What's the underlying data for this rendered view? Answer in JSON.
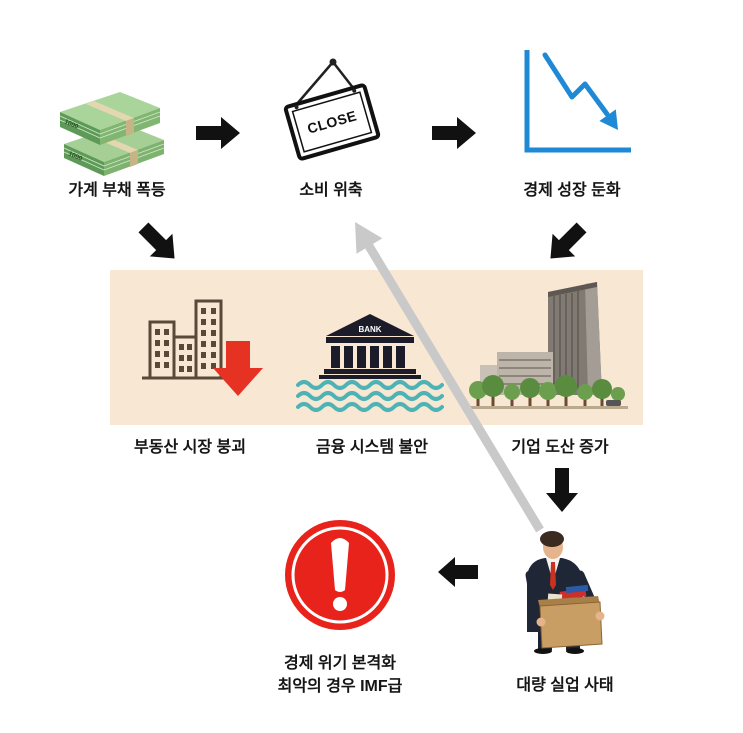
{
  "nodes": [
    {
      "label": "가계 부채 폭등",
      "icon": "money-stack-icon",
      "bill_text": "1000"
    },
    {
      "label": "소비 위축",
      "icon": "close-sign-icon",
      "sign_text": "CLOSE"
    },
    {
      "label": "경제 성장 둔화",
      "icon": "declining-chart-icon"
    },
    {
      "label": "부동산 시장 붕괴",
      "icon": "falling-buildings-icon"
    },
    {
      "label": "금융 시스템 불안",
      "icon": "bank-waves-icon",
      "sign_text": "BANK"
    },
    {
      "label": "기업 도산 증가",
      "icon": "city-buildings-icon"
    },
    {
      "label": "대량 실업 사태",
      "icon": "laid-off-worker-icon"
    },
    {
      "lines": [
        "경제 위기 본격화",
        "최악의 경우 IMF급"
      ],
      "icon": "warning-exclamation-icon"
    }
  ],
  "colors": {
    "band": "#f7e7d3",
    "crisis_red": "#e8231c",
    "down_arrow_red": "#e53222",
    "chart_blue": "#1f89d6",
    "arrow_black": "#111111",
    "feedback_arrow_gray": "#c9c9c9",
    "wave_teal": "#4db3b5"
  }
}
